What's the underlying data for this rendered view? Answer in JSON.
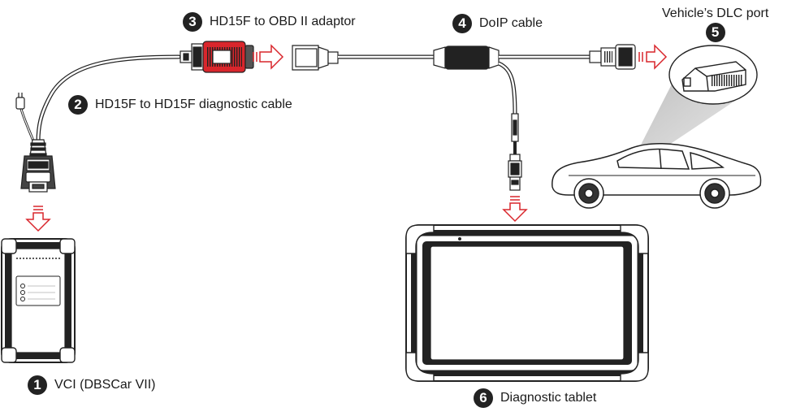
{
  "callouts": [
    {
      "num": "1",
      "label": "VCI (DBSCar VII)"
    },
    {
      "num": "2",
      "label": "HD15F to HD15F diagnostic cable"
    },
    {
      "num": "3",
      "label": "HD15F to OBD II adaptor"
    },
    {
      "num": "4",
      "label": "DoIP cable"
    },
    {
      "num": "5",
      "label": "Vehicle’s DLC port"
    },
    {
      "num": "6",
      "label": "Diagnostic tablet"
    }
  ],
  "colors": {
    "arrow": "#d9262c",
    "adaptor_red": "#d9262c",
    "outline": "#222222",
    "callout_fill": "#222222"
  },
  "icons": [
    "arrow-right-icon",
    "arrow-down-icon"
  ]
}
